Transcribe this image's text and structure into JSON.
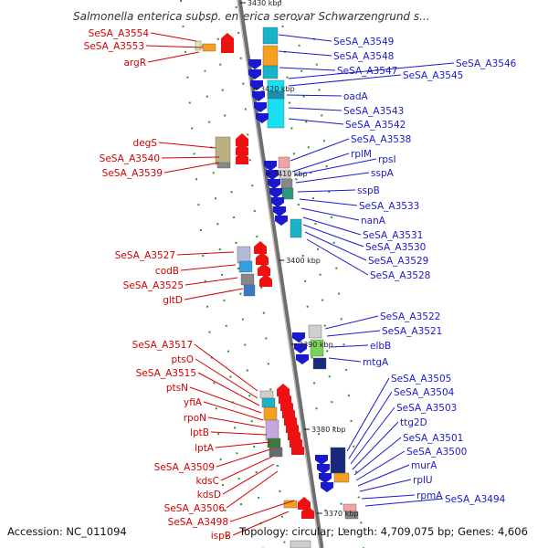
{
  "title": "Salmonella enterica subsp. enterica serovar Schwarzengrund s...",
  "footer": {
    "accession": "Accession: NC_011094",
    "topology": "Topology: circular; Length: 4,709,075 bp; Genes: 4,606"
  },
  "kbp_labels": [
    "3430 kbp",
    "3420 kbp",
    "3410 kbp",
    "3400 kbp",
    "3390 kbp",
    "3380 kbp",
    "3370 kbp"
  ],
  "left_genes": [
    "SeSA_A3554",
    "SeSA_A3553",
    "argR",
    "degS",
    "SeSA_A3540",
    "SeSA_A3539",
    "SeSA_A3527",
    "codB",
    "SeSA_A3525",
    "gltD",
    "SeSA_A3517",
    "ptsO",
    "SeSA_A3515",
    "ptsN",
    "yfiA",
    "rpoN",
    "lptB",
    "lptA",
    "SeSA_A3509",
    "kdsC",
    "kdsD",
    "SeSA_A3506",
    "SeSA_A3498",
    "ispB"
  ],
  "right_genes": [
    "SeSA_A3549",
    "SeSA_A3548",
    "SeSA_A3547",
    "SeSA_A3546",
    "SeSA_A3545",
    "oadA",
    "SeSA_A3543",
    "SeSA_A3542",
    "SeSA_A3538",
    "rplM",
    "rpsI",
    "sspA",
    "sspB",
    "SeSA_A3533",
    "nanA",
    "SeSA_A3531",
    "SeSA_A3530",
    "SeSA_A3529",
    "SeSA_A3528",
    "SeSA_A3522",
    "SeSA_A3521",
    "elbB",
    "mtgA",
    "SeSA_A3505",
    "SeSA_A3504",
    "SeSA_A3503",
    "ttg2D",
    "SeSA_A3501",
    "SeSA_A3500",
    "murA",
    "rplU",
    "rpmA",
    "SeSA_A3494"
  ],
  "colors": {
    "forward": "#ee1111",
    "reverse": "#1a1acc",
    "left_label": "#d40000",
    "right_label": "#1a1acc",
    "backbone": "#888888"
  }
}
